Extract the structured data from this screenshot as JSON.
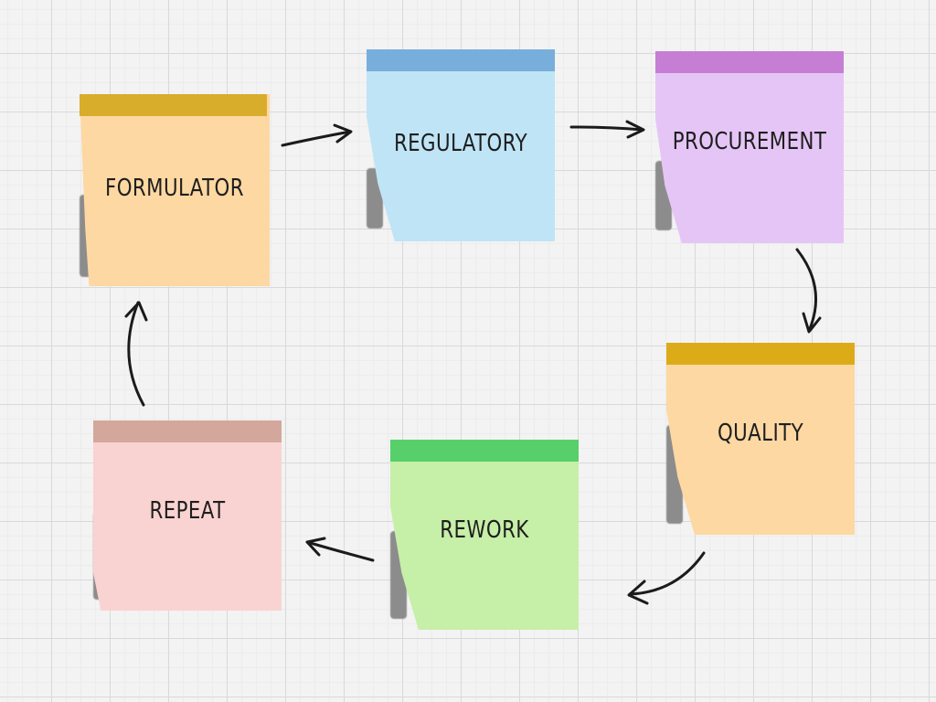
{
  "diagram": {
    "notes": [
      {
        "id": "formulator",
        "label": "FORMULATOR",
        "paper_color": "#fdd8a2",
        "tape_color": "#d8ad2c"
      },
      {
        "id": "regulatory",
        "label": "REGULATORY",
        "paper_color": "#bfe4f5",
        "tape_color": "#78aedb"
      },
      {
        "id": "procurement",
        "label": "PROCUREMENT",
        "paper_color": "#e5c5f6",
        "tape_color": "#c67ed4"
      },
      {
        "id": "quality",
        "label": "QUALITY",
        "paper_color": "#fdd8a2",
        "tape_color": "#dcab18"
      },
      {
        "id": "rework",
        "label": "REWORK",
        "paper_color": "#c6efa8",
        "tape_color": "#57cf6b"
      },
      {
        "id": "repeat",
        "label": "REPEAT",
        "paper_color": "#f9d3d1",
        "tape_color": "#d4a79c"
      }
    ],
    "connections": [
      {
        "from": "formulator",
        "to": "regulatory"
      },
      {
        "from": "regulatory",
        "to": "procurement"
      },
      {
        "from": "procurement",
        "to": "quality"
      },
      {
        "from": "quality",
        "to": "rework"
      },
      {
        "from": "rework",
        "to": "repeat"
      },
      {
        "from": "repeat",
        "to": "formulator"
      }
    ]
  }
}
